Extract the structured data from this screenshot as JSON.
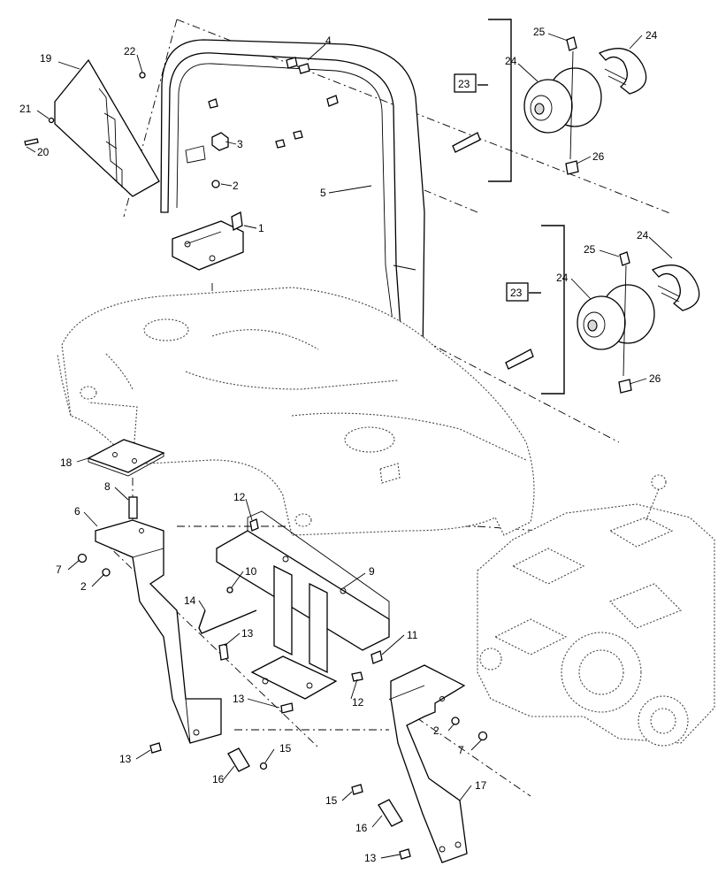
{
  "callouts": {
    "c1": "1",
    "c2a": "2",
    "c2b": "2",
    "c2c": "2",
    "c3": "3",
    "c4": "4",
    "c5": "5",
    "c6": "6",
    "c7a": "7",
    "c7b": "7",
    "c8": "8",
    "c9": "9",
    "c10": "10",
    "c11": "11",
    "c12a": "12",
    "c12b": "12",
    "c13a": "13",
    "c13b": "13",
    "c13c": "13",
    "c13d": "13",
    "c14": "14",
    "c15a": "15",
    "c15b": "15",
    "c16a": "16",
    "c16b": "16",
    "c17": "17",
    "c18": "18",
    "c19": "19",
    "c20": "20",
    "c21": "21",
    "c22": "22",
    "c23a": "23",
    "c23b": "23",
    "c24a": "24",
    "c24b": "24",
    "c24c": "24",
    "c24d": "24",
    "c25a": "25",
    "c25b": "25",
    "c26a": "26",
    "c26b": "26"
  }
}
